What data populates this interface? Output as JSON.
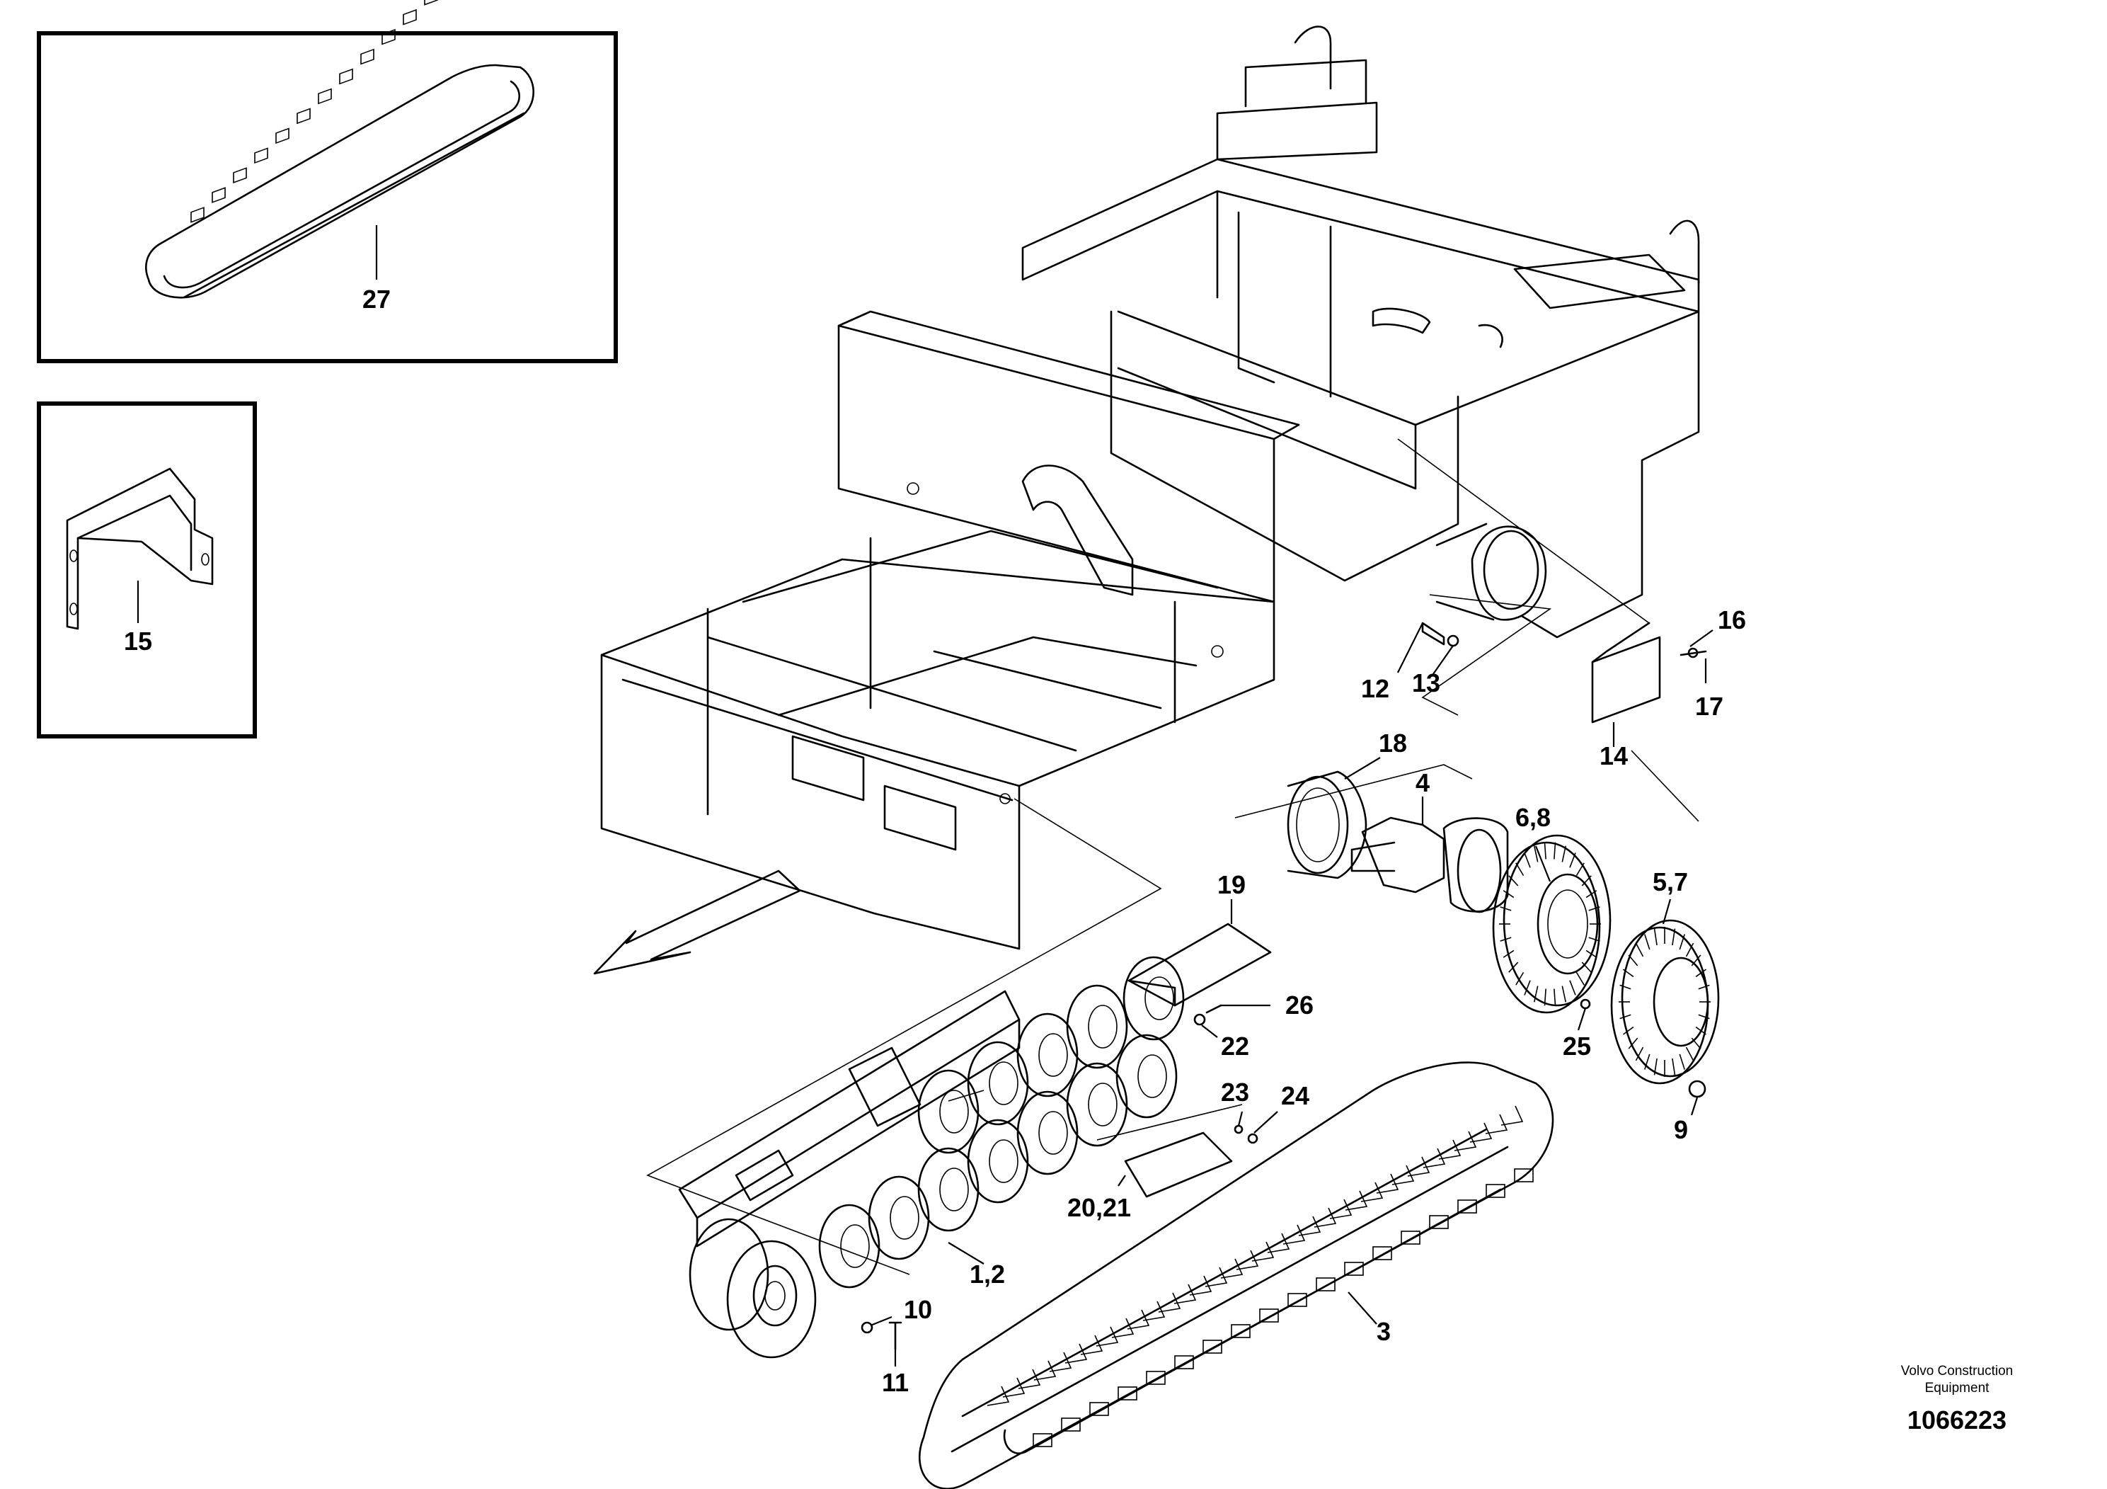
{
  "diagram": {
    "callouts": {
      "c27": "27",
      "c15": "15",
      "c12": "12",
      "c13": "13",
      "c16": "16",
      "c17": "17",
      "c14": "14",
      "c18": "18",
      "c4": "4",
      "c68": "6,8",
      "c57": "5,7",
      "c19": "19",
      "c26": "26",
      "c22": "22",
      "c23": "23",
      "c24": "24",
      "c25": "25",
      "c9": "9",
      "c2021": "20,21",
      "c12b": "1,2",
      "c10": "10",
      "c11": "11",
      "c3": "3"
    },
    "caption_line1": "Volvo Construction",
    "caption_line2": "Equipment",
    "document_number": "1066223"
  }
}
